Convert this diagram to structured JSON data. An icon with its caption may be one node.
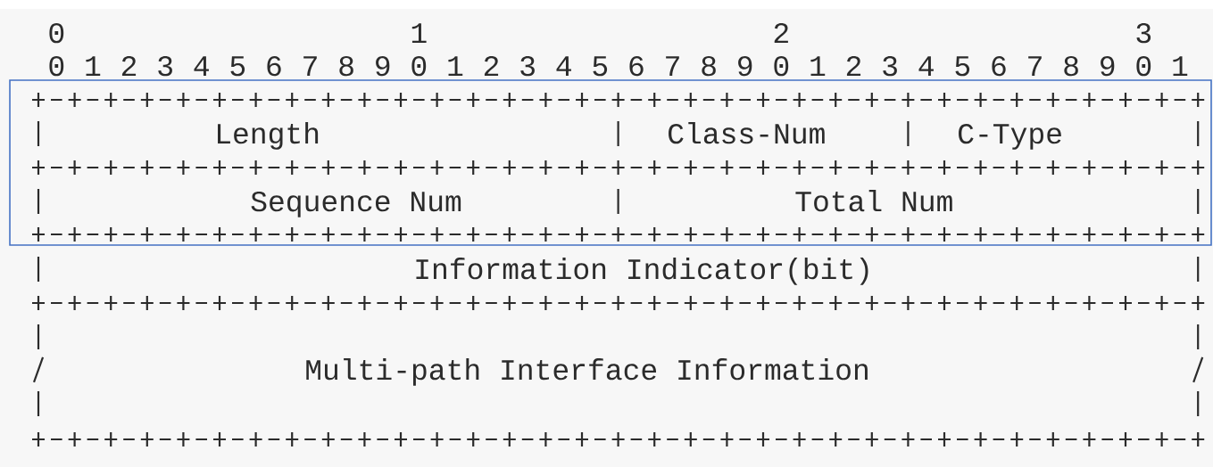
{
  "diagram": {
    "nodes": [
      {
        "text": [],
        "shape": "box"
      },
      {
        "text": [
          "Length"
        ],
        "in": 0
      },
      {
        "text": [
          "Class-Num"
        ],
        "in": 0
      },
      {
        "text": [
          "C-Type"
        ],
        "in": 0
      },
      {
        "text": [
          "Sequence Num"
        ],
        "in": 0
      },
      {
        "text": [
          "Total Num"
        ],
        "in": 0
      },
      {
        "text": [
          "Information Indicator(bit)"
        ]
      },
      {
        "text": [
          "Multi-path Interface Information"
        ]
      }
    ],
    "labels": [
      "0",
      "1",
      "2",
      "3",
      "0",
      "1",
      "2",
      "3",
      "4",
      "5",
      "6",
      "7",
      "8",
      "9",
      "0",
      "1",
      "2",
      "3",
      "4",
      "5",
      "6",
      "7",
      "8",
      "9",
      "0",
      "1",
      "2",
      "3",
      "4",
      "5",
      "6",
      "7",
      "8",
      "9",
      "0",
      "1"
    ]
  }
}
